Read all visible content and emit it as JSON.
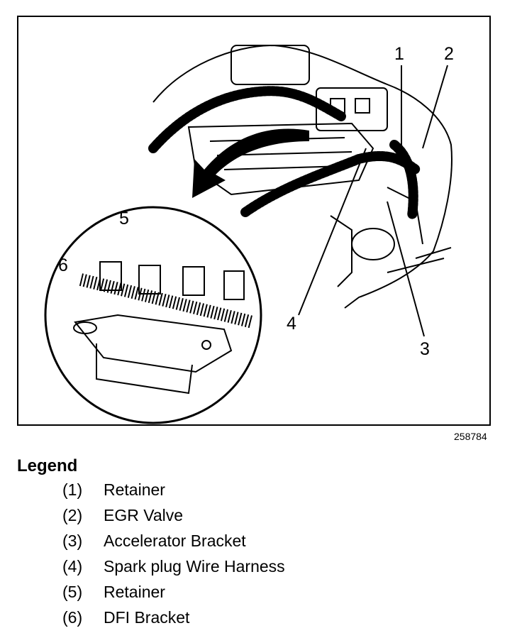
{
  "callouts": [
    "1",
    "2",
    "3",
    "4",
    "5",
    "6"
  ],
  "figure_number": "258784",
  "legend": {
    "title": "Legend",
    "items": [
      {
        "num": "(1)",
        "label": "Retainer"
      },
      {
        "num": "(2)",
        "label": "EGR Valve"
      },
      {
        "num": "(3)",
        "label": "Accelerator Bracket"
      },
      {
        "num": "(4)",
        "label": "Spark plug Wire Harness"
      },
      {
        "num": "(5)",
        "label": "Retainer"
      },
      {
        "num": "(6)",
        "label": "DFI Bracket"
      }
    ]
  },
  "colors": {
    "ink": "#000000",
    "paper": "#ffffff"
  }
}
